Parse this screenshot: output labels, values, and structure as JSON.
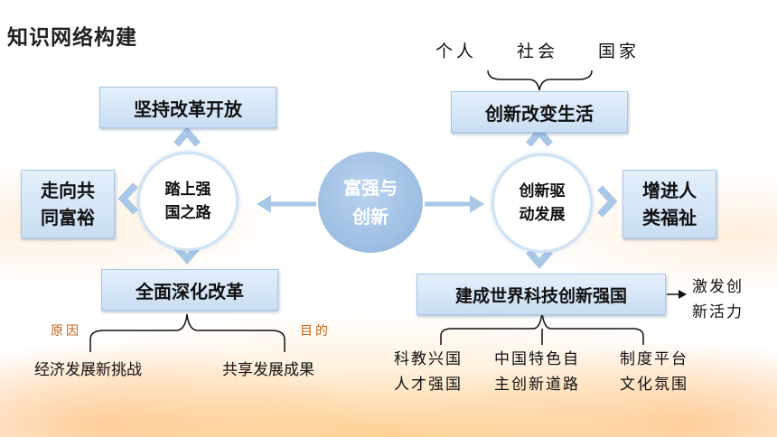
{
  "title": "知识网络构建",
  "center": [
    "富强与",
    "创新"
  ],
  "left": {
    "circle": [
      "踏上强",
      "国之路"
    ],
    "top_box": "坚持改革开放",
    "side_box": [
      "走向共",
      "同富裕"
    ],
    "bottom_box": "全面深化改革",
    "reason_label": "原因",
    "purpose_label": "目的",
    "reason_text": "经济发展新挑战",
    "purpose_text": "共享发展成果"
  },
  "right": {
    "circle": [
      "创新驱",
      "动发展"
    ],
    "top_box": "创新改变生活",
    "top_items": [
      "个人",
      "社会",
      "国家"
    ],
    "side_box": [
      "增进人",
      "类福祉"
    ],
    "bottom_box": "建成世界科技创新强国",
    "arrow_note": [
      "激发创",
      "新活力"
    ],
    "branches": [
      [
        "科教兴国",
        "人才强国"
      ],
      [
        "中国特色自",
        "主创新道路"
      ],
      [
        "制度平台",
        "文化氛围"
      ]
    ]
  },
  "colors": {
    "arrow": "#a9c8e8",
    "box_fill": "#d6e7f7",
    "label": "#c0641a"
  }
}
